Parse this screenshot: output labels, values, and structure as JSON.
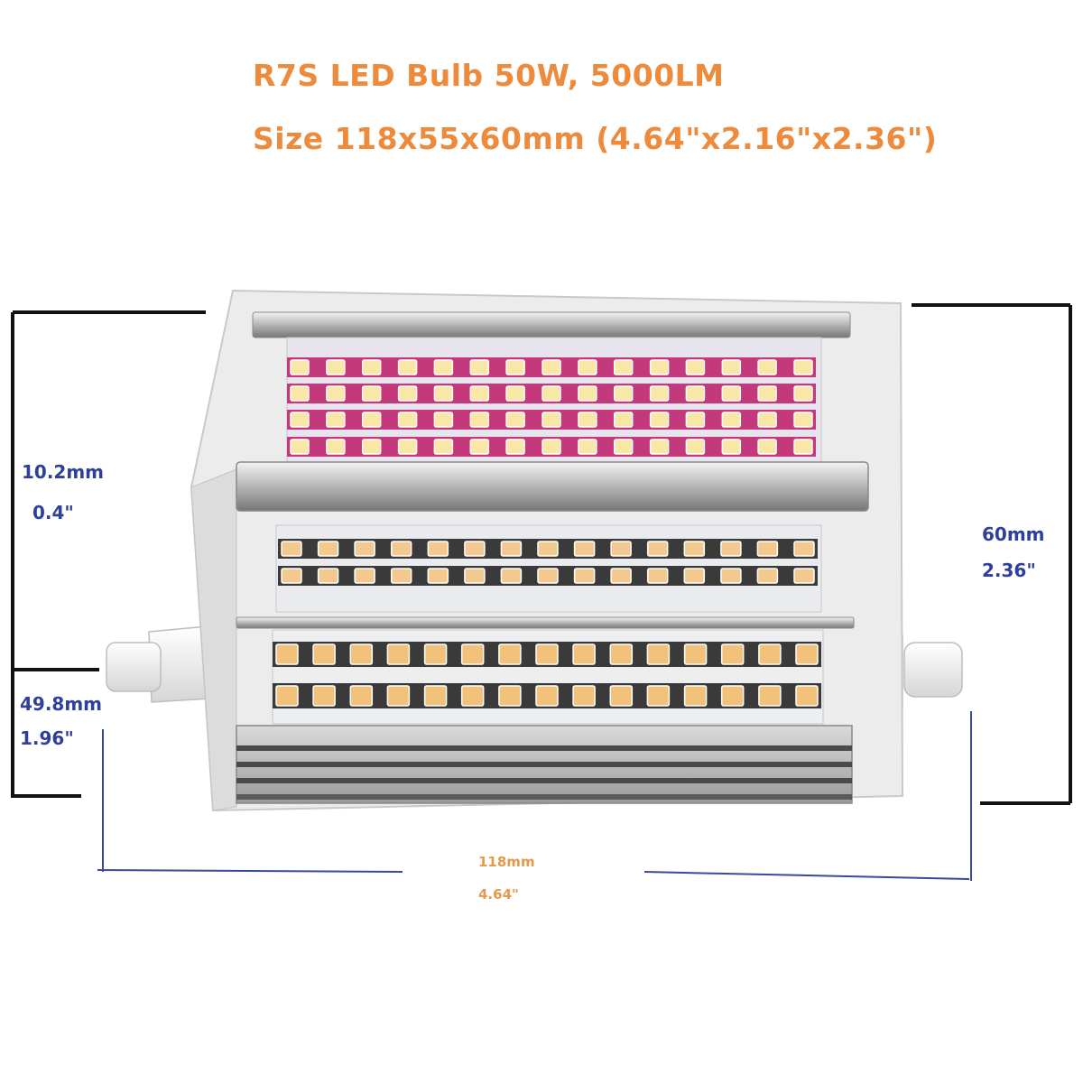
{
  "title": "R7S LED Bulb 50W, 5000LM",
  "subtitle": "Size 118x55x60mm (4.64\"x2.16\"x2.36\")",
  "dimensions": {
    "upper_left": {
      "mm": "10.2mm",
      "inch": "0.4\""
    },
    "lower_left": {
      "mm": "49.8mm",
      "inch": "1.96\""
    },
    "height": {
      "mm": "60mm",
      "inch": "2.36\""
    },
    "width": {
      "mm": "118mm",
      "inch": "4.64\""
    }
  },
  "colors": {
    "title": "#ee8a3c",
    "dimension_blue": "#2e3f9c",
    "dimension_orange": "#e59a4b",
    "width_line": "#3a4a9c",
    "bracket": "#111111"
  }
}
